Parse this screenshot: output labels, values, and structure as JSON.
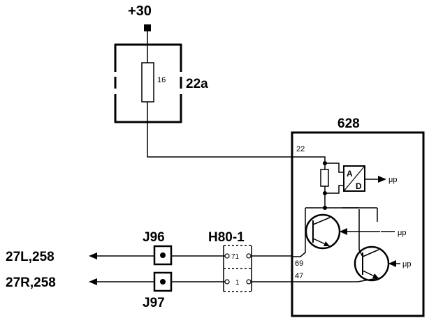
{
  "supply": {
    "label": "+30"
  },
  "fuse": {
    "value": "16",
    "id": "22a"
  },
  "module": {
    "id": "628",
    "pins": {
      "p22": "22",
      "p69": "69",
      "p47": "47"
    },
    "converter": {
      "top": "A",
      "bottom": "D"
    },
    "mu_labels": [
      "μp",
      "μp",
      "μp"
    ]
  },
  "connectors": [
    {
      "id": "J96",
      "target": "27L,258"
    },
    {
      "id": "J97",
      "target": "27R,258"
    }
  ],
  "splice": {
    "id": "H80-1",
    "pins": [
      "71",
      "1"
    ]
  },
  "colors": {
    "line": "#000000",
    "background": "#ffffff"
  }
}
